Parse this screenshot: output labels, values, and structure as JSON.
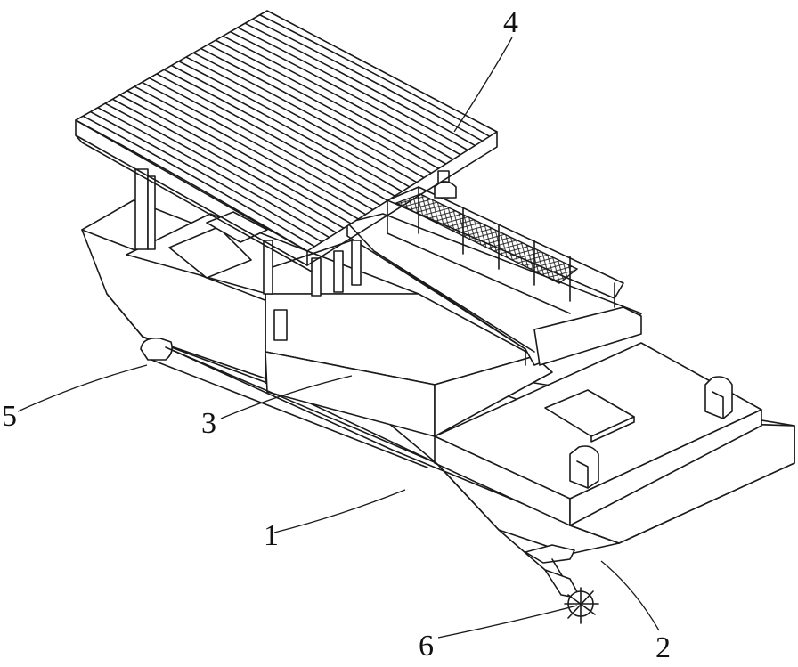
{
  "figure": {
    "labels": [
      {
        "id": "1",
        "text": "1"
      },
      {
        "id": "2",
        "text": "2"
      },
      {
        "id": "3",
        "text": "3"
      },
      {
        "id": "4",
        "text": "4"
      },
      {
        "id": "5",
        "text": "5"
      },
      {
        "id": "6",
        "text": "6"
      }
    ]
  },
  "colors": {
    "line": "#1a1a1a",
    "background": "#ffffff"
  }
}
